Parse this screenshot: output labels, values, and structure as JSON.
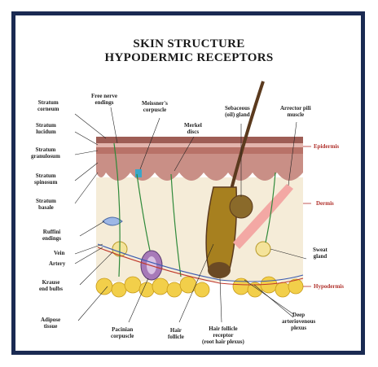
{
  "title": {
    "line1": "SKIN STRUCTURE",
    "line2": "HYPODERMIC RECEPTORS"
  },
  "layers": {
    "epidermis": "Epidermis",
    "dermis": "Dermis",
    "hypodermis": "Hypodermis"
  },
  "labels": {
    "stratum_corneum": [
      "Stratum",
      "corneum"
    ],
    "stratum_lucidum": [
      "Stratum",
      "lucidum"
    ],
    "stratum_granulosum": [
      "Stratum",
      "granulosum"
    ],
    "stratum_spinosum": [
      "Stratum",
      "spinosum"
    ],
    "stratum_basale": [
      "Stratum",
      "basale"
    ],
    "ruffini_endings": [
      "Ruffini",
      "endings"
    ],
    "vein": [
      "Vein"
    ],
    "artery": [
      "Artery"
    ],
    "krause_end_bulbs": [
      "Krause",
      "end bulbs"
    ],
    "adipose_tissue": [
      "Adipose",
      "tissue"
    ],
    "free_nerve_endings": [
      "Free nerve",
      "endings"
    ],
    "meissners_corpuscle": [
      "Meissner's",
      "corpuscle"
    ],
    "merkel_discs": [
      "Merkel",
      "discs"
    ],
    "sebaceous_gland": [
      "Sebaceous",
      "(oil) gland"
    ],
    "arrector_pili_muscle": [
      "Arrector pili",
      "muscle"
    ],
    "sweat_gland": [
      "Sweat",
      "gland"
    ],
    "deep_arteriovenous_plexus": [
      "Deep",
      "arteriovenous",
      "plexus"
    ],
    "hair_follicle_receptor": [
      "Hair follicle",
      "receptor",
      "(root hair plexus)"
    ],
    "hair_follicle": [
      "Hair",
      "follicle"
    ],
    "pacinian_corpuscle": [
      "Pacinian",
      "corpuscle"
    ]
  },
  "colors": {
    "frame": "#1a2a52",
    "epidermis": "#c98f86",
    "dermis": "#f5ecd8",
    "fat": "#f2cf4a",
    "hair": "#5b3a1e",
    "layer_text": "#b0302b",
    "nerve": "#2f8a3a",
    "muscle": "#f3a8a4"
  }
}
